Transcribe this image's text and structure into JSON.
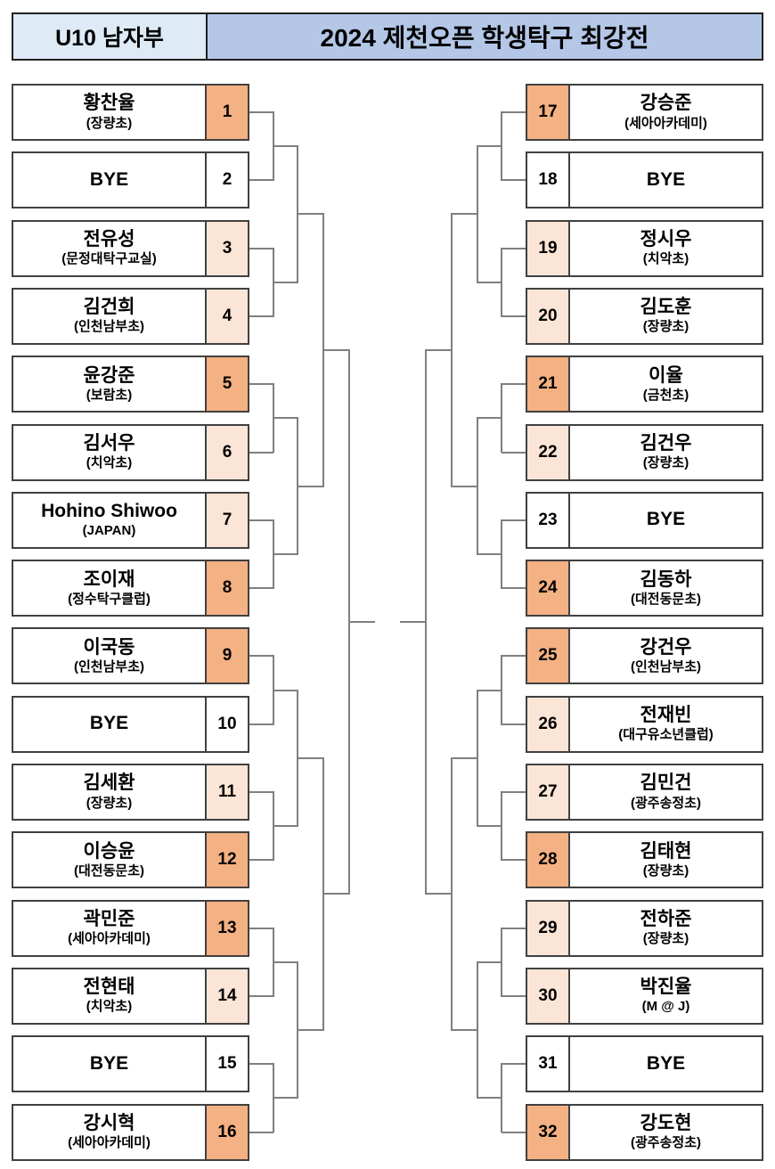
{
  "header": {
    "division": "U10 남자부",
    "title": "2024 제천오픈 학생탁구 최강전"
  },
  "colors": {
    "seed_strong": "#F4B183",
    "seed_light": "#FBE5D6",
    "seed_bye": "#FFFFFF",
    "division_bg": "#DEEBF7",
    "title_bg": "#B4C7E7",
    "bracket_line": "#7F7F7F",
    "box_border": "#404040"
  },
  "bracket": {
    "left": [
      {
        "seed": "1",
        "name": "황찬율",
        "affiliation": "(장량초)",
        "shade": "strong"
      },
      {
        "seed": "2",
        "name": "BYE",
        "affiliation": "",
        "shade": "none"
      },
      {
        "seed": "3",
        "name": "전유성",
        "affiliation": "(문정대탁구교실)",
        "shade": "light"
      },
      {
        "seed": "4",
        "name": "김건희",
        "affiliation": "(인천남부초)",
        "shade": "light"
      },
      {
        "seed": "5",
        "name": "윤강준",
        "affiliation": "(보람초)",
        "shade": "strong"
      },
      {
        "seed": "6",
        "name": "김서우",
        "affiliation": "(치악초)",
        "shade": "light"
      },
      {
        "seed": "7",
        "name": "Hohino Shiwoo",
        "affiliation": "(JAPAN)",
        "shade": "light"
      },
      {
        "seed": "8",
        "name": "조이재",
        "affiliation": "(정수탁구클럽)",
        "shade": "strong"
      },
      {
        "seed": "9",
        "name": "이국동",
        "affiliation": "(인천남부초)",
        "shade": "strong"
      },
      {
        "seed": "10",
        "name": "BYE",
        "affiliation": "",
        "shade": "none"
      },
      {
        "seed": "11",
        "name": "김세환",
        "affiliation": "(장량초)",
        "shade": "light"
      },
      {
        "seed": "12",
        "name": "이승윤",
        "affiliation": "(대전동문초)",
        "shade": "strong"
      },
      {
        "seed": "13",
        "name": "곽민준",
        "affiliation": "(세아아카데미)",
        "shade": "strong"
      },
      {
        "seed": "14",
        "name": "전현태",
        "affiliation": "(치악초)",
        "shade": "light"
      },
      {
        "seed": "15",
        "name": "BYE",
        "affiliation": "",
        "shade": "none"
      },
      {
        "seed": "16",
        "name": "강시혁",
        "affiliation": "(세아아카데미)",
        "shade": "strong"
      }
    ],
    "right": [
      {
        "seed": "17",
        "name": "강승준",
        "affiliation": "(세아아카데미)",
        "shade": "strong"
      },
      {
        "seed": "18",
        "name": "BYE",
        "affiliation": "",
        "shade": "none"
      },
      {
        "seed": "19",
        "name": "정시우",
        "affiliation": "(치악초)",
        "shade": "light"
      },
      {
        "seed": "20",
        "name": "김도훈",
        "affiliation": "(장량초)",
        "shade": "light"
      },
      {
        "seed": "21",
        "name": "이율",
        "affiliation": "(금천초)",
        "shade": "strong"
      },
      {
        "seed": "22",
        "name": "김건우",
        "affiliation": "(장량초)",
        "shade": "light"
      },
      {
        "seed": "23",
        "name": "BYE",
        "affiliation": "",
        "shade": "none"
      },
      {
        "seed": "24",
        "name": "김동하",
        "affiliation": "(대전동문초)",
        "shade": "strong"
      },
      {
        "seed": "25",
        "name": "강건우",
        "affiliation": "(인천남부초)",
        "shade": "strong"
      },
      {
        "seed": "26",
        "name": "전재빈",
        "affiliation": "(대구유소년클럽)",
        "shade": "light"
      },
      {
        "seed": "27",
        "name": "김민건",
        "affiliation": "(광주송정초)",
        "shade": "light"
      },
      {
        "seed": "28",
        "name": "김태현",
        "affiliation": "(장량초)",
        "shade": "strong"
      },
      {
        "seed": "29",
        "name": "전하준",
        "affiliation": "(장량초)",
        "shade": "light"
      },
      {
        "seed": "30",
        "name": "박진율",
        "affiliation": "(M @ J)",
        "shade": "light"
      },
      {
        "seed": "31",
        "name": "BYE",
        "affiliation": "",
        "shade": "none"
      },
      {
        "seed": "32",
        "name": "강도현",
        "affiliation": "(광주송정초)",
        "shade": "strong"
      }
    ]
  }
}
